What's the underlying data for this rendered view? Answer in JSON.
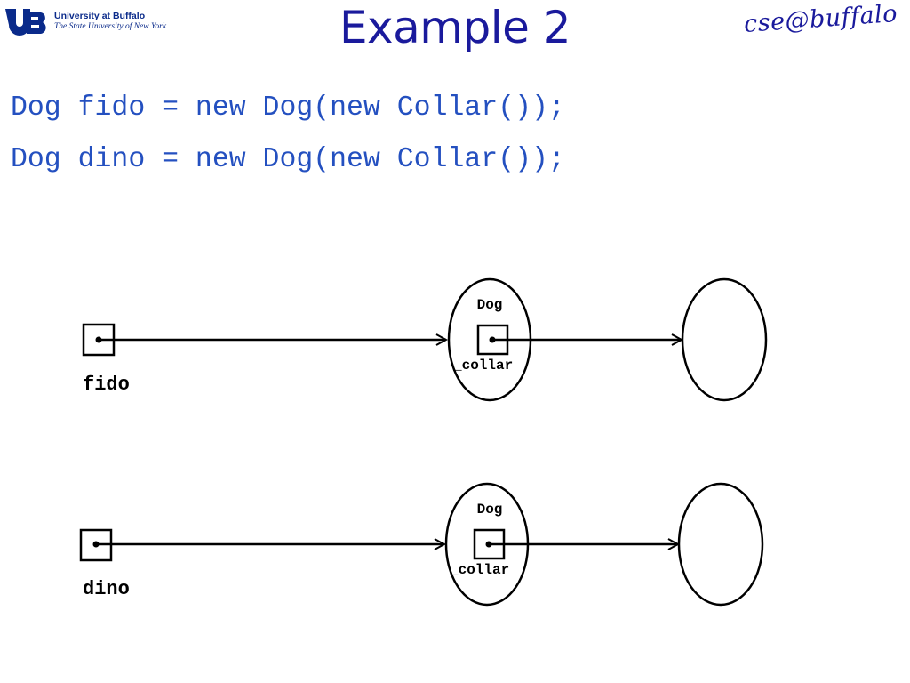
{
  "header": {
    "logo_left_line1": "University at Buffalo",
    "logo_left_line2": "The State University of New York",
    "title": "Example 2",
    "logo_right": "cse@buffalo"
  },
  "code": {
    "line1": "Dog fido = new Dog(new Collar());",
    "line2": "Dog dino = new Dog(new Collar());"
  },
  "diagram": {
    "rows": [
      {
        "variable": "fido",
        "object_label": "Dog",
        "field_label": "_collar"
      },
      {
        "variable": "dino",
        "object_label": "Dog",
        "field_label": "_collar"
      }
    ]
  },
  "colors": {
    "title": "#1a1a9c",
    "code": "#2450c0",
    "logo": "#0a2a8a",
    "diagram": "#000000"
  }
}
